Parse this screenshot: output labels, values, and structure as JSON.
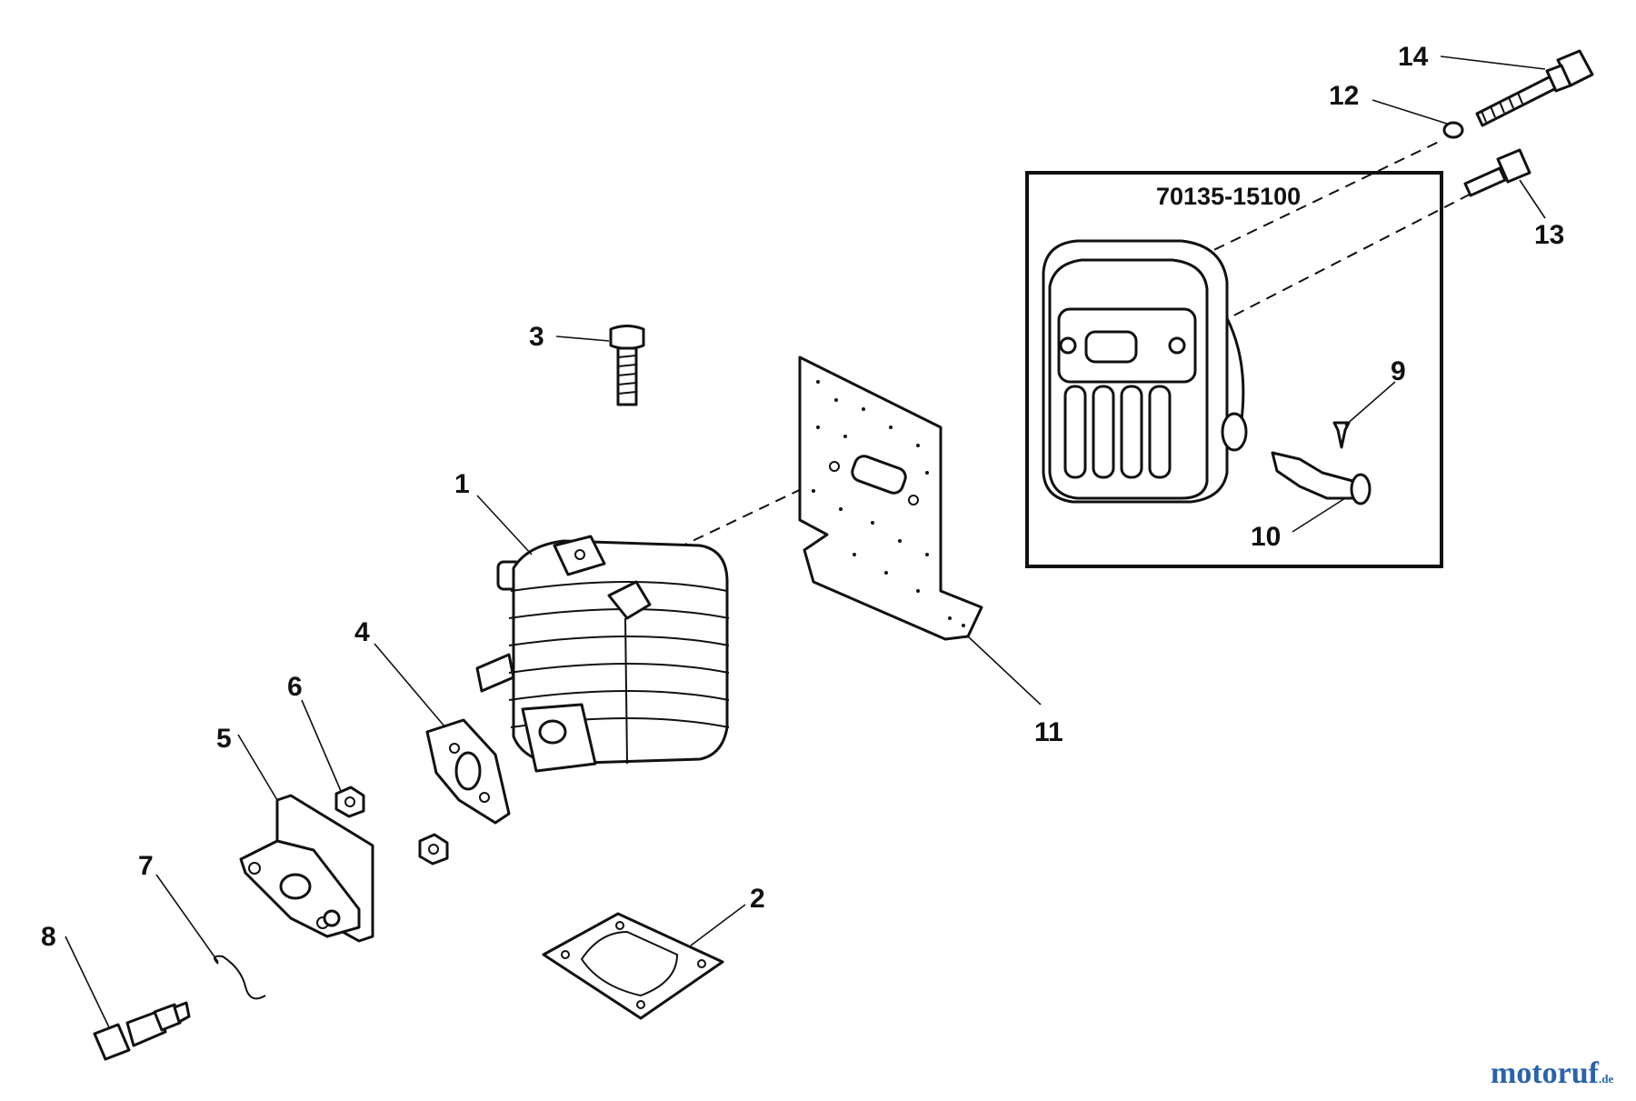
{
  "diagram": {
    "assembly_number": "70135-15100",
    "callouts": [
      "1",
      "2",
      "3",
      "4",
      "5",
      "6",
      "7",
      "8",
      "9",
      "10",
      "11",
      "12",
      "13",
      "14"
    ]
  },
  "watermark": {
    "name": "motoruf",
    "tld": ".de"
  }
}
